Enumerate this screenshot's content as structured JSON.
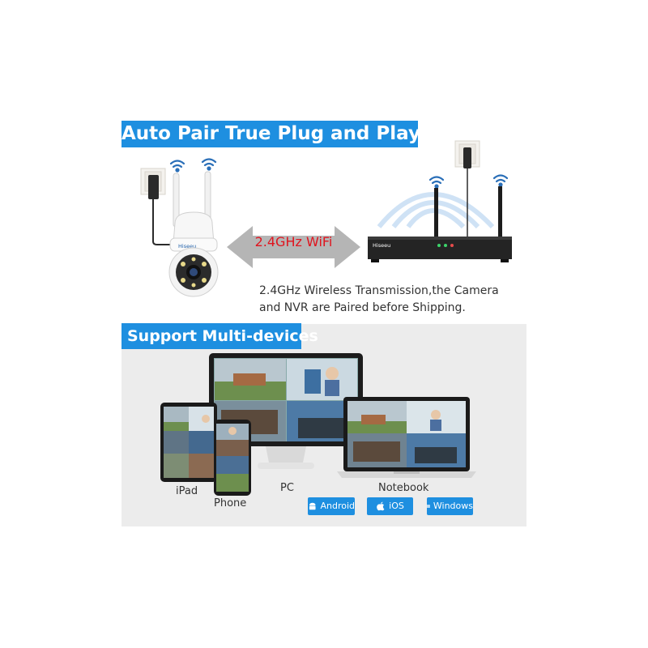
{
  "sections": {
    "top_banner": "Auto Pair True Plug and Play",
    "bottom_banner": "Support Multi-devices"
  },
  "wifi_arrow_label": "2.4GHz WiFi",
  "camera_brand": "Hiseeu",
  "nvr_brand": "Hiseeu",
  "caption_lines": [
    "2.4GHz Wireless Transmission,the Camera",
    "and NVR are Paired before Shipping."
  ],
  "devices": {
    "ipad": "iPad",
    "phone": "Phone",
    "pc": "PC",
    "notebook": "Notebook"
  },
  "os_badges": [
    "Android",
    "iOS",
    "Windows"
  ],
  "colors": {
    "banner_blue": "#1e8fe0",
    "arrow_gray": "#b5b5b5",
    "wifi_text_red": "#e0141e",
    "wifi_blue": "#2a6fb8",
    "panel_gray": "#ececec"
  }
}
